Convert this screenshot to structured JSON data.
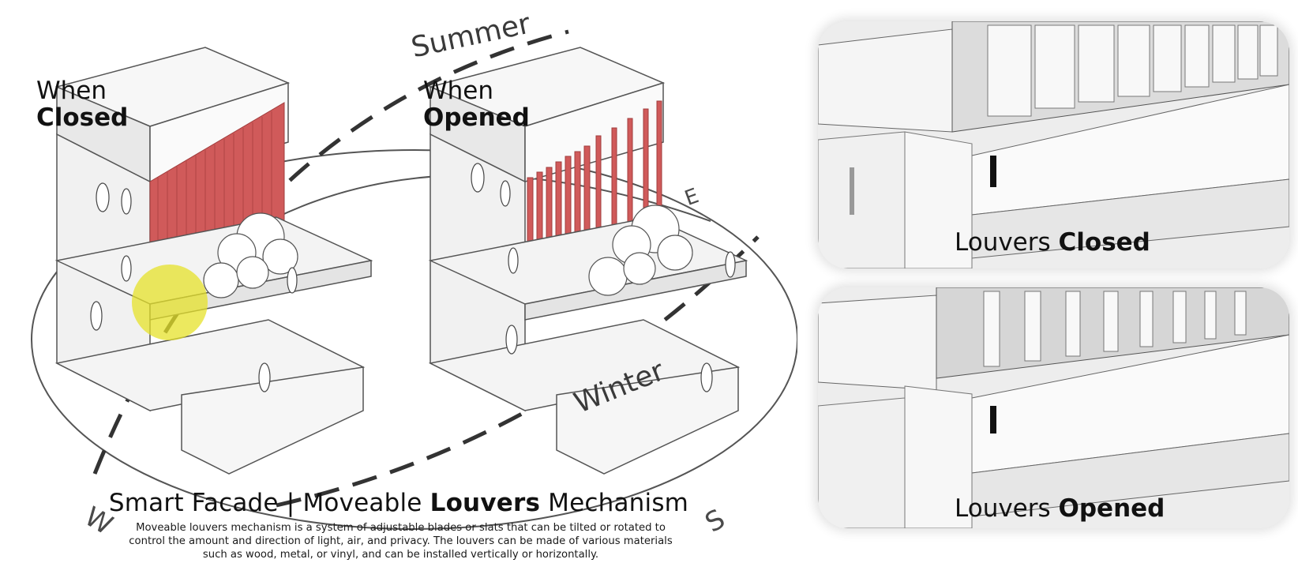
{
  "left_label": {
    "line1": "When",
    "line2": "Closed"
  },
  "middle_label": {
    "line1": "When",
    "line2": "Opened"
  },
  "seasons": {
    "summer": "Summer",
    "winter": "Winter"
  },
  "compass": {
    "west": "W",
    "south": "S",
    "east": "E"
  },
  "title": {
    "part1": "Smart Facade | Moveable ",
    "bold": "Louvers",
    "part2": " Mechanism"
  },
  "description": "Moveable louvers mechanism is a system of adjustable blades or slats that can be tilted or rotated to control the amount and direction of light, air, and privacy. The louvers can be made of various materials such as wood, metal, or vinyl, and can be installed vertically or horizontally.",
  "panel_closed": {
    "caption_plain": "Louvers ",
    "caption_bold": "Closed"
  },
  "panel_opened": {
    "caption_plain": "Louvers ",
    "caption_bold": "Opened"
  },
  "colors": {
    "louver_red": "#d05a5a",
    "highlight_yellow": "#e6e22a",
    "building_white": "#f4f4f4",
    "line_dark": "#333333"
  }
}
